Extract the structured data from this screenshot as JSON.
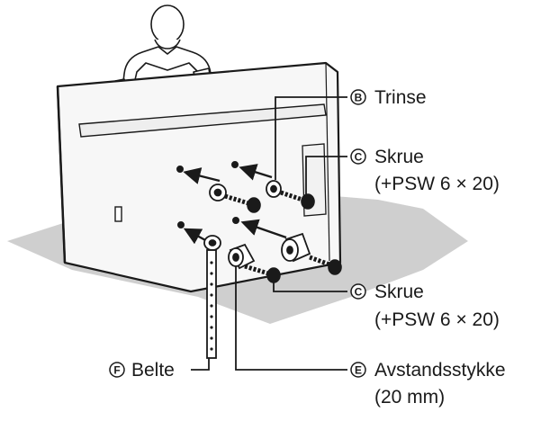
{
  "labels": {
    "b": {
      "letter": "B",
      "text": "Trinse"
    },
    "c1": {
      "letter": "C",
      "text": "Skrue",
      "sub": "(+PSW 6 × 20)"
    },
    "c2": {
      "letter": "C",
      "text": "Skrue",
      "sub": "(+PSW 6 × 20)"
    },
    "f": {
      "letter": "F",
      "text": "Belte"
    },
    "e": {
      "letter": "E",
      "text": "Avstandsstykke",
      "sub": "(20 mm)"
    }
  },
  "colors": {
    "floor": "#cfcfcf",
    "tv_back": "#f7f7f7",
    "line": "#1a1a1a",
    "highlight": "#f0f0f0"
  },
  "icons": [
    "person-icon",
    "tv-back-icon",
    "screw-icon",
    "spacer-icon",
    "washer-icon",
    "belt-icon",
    "arrow-icon"
  ]
}
